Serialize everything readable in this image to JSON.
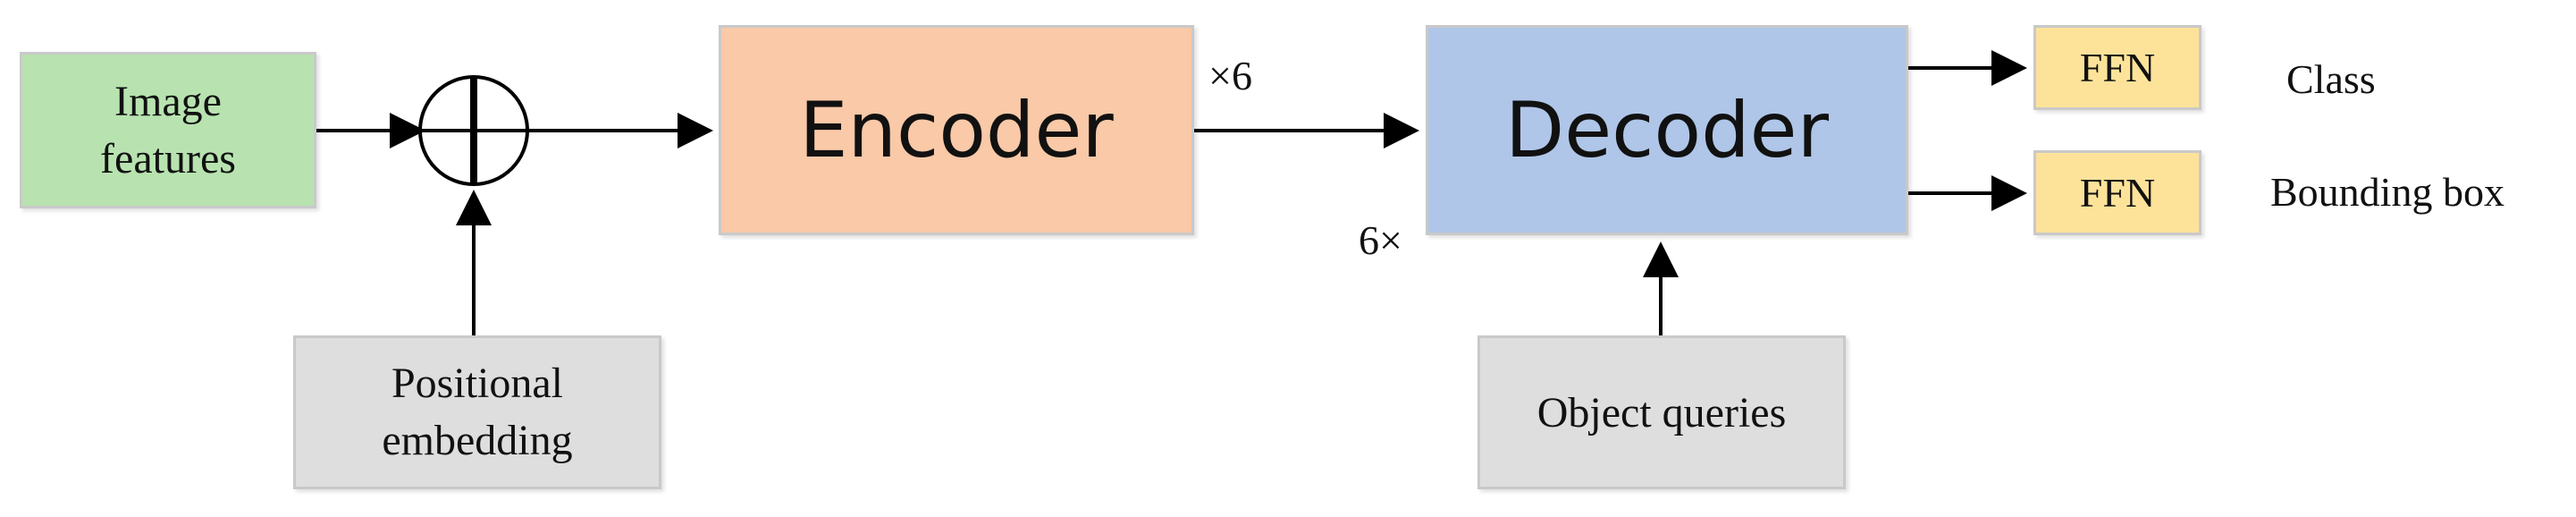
{
  "nodes": {
    "image_features": {
      "line1": "Image",
      "line2": "features",
      "fill": "#b8e3b0"
    },
    "positional_embedding": {
      "line1": "Positional",
      "line2": "embedding",
      "fill": "#dedede"
    },
    "encoder": {
      "label": "Encoder",
      "fill": "#f9c9a8"
    },
    "decoder": {
      "label": "Decoder",
      "fill": "#afc6e8"
    },
    "object_queries": {
      "label": "Object queries",
      "fill": "#dedede"
    },
    "ffn_class": {
      "label": "FFN",
      "fill": "#fde39a"
    },
    "ffn_bbox": {
      "label": "FFN",
      "fill": "#fde39a"
    }
  },
  "labels": {
    "encoder_repeat": "×6",
    "decoder_repeat": "6×",
    "output_class": "Class",
    "output_bbox": "Bounding box"
  },
  "colors": {
    "edge": "#000000",
    "border": "#c9c9c9"
  }
}
